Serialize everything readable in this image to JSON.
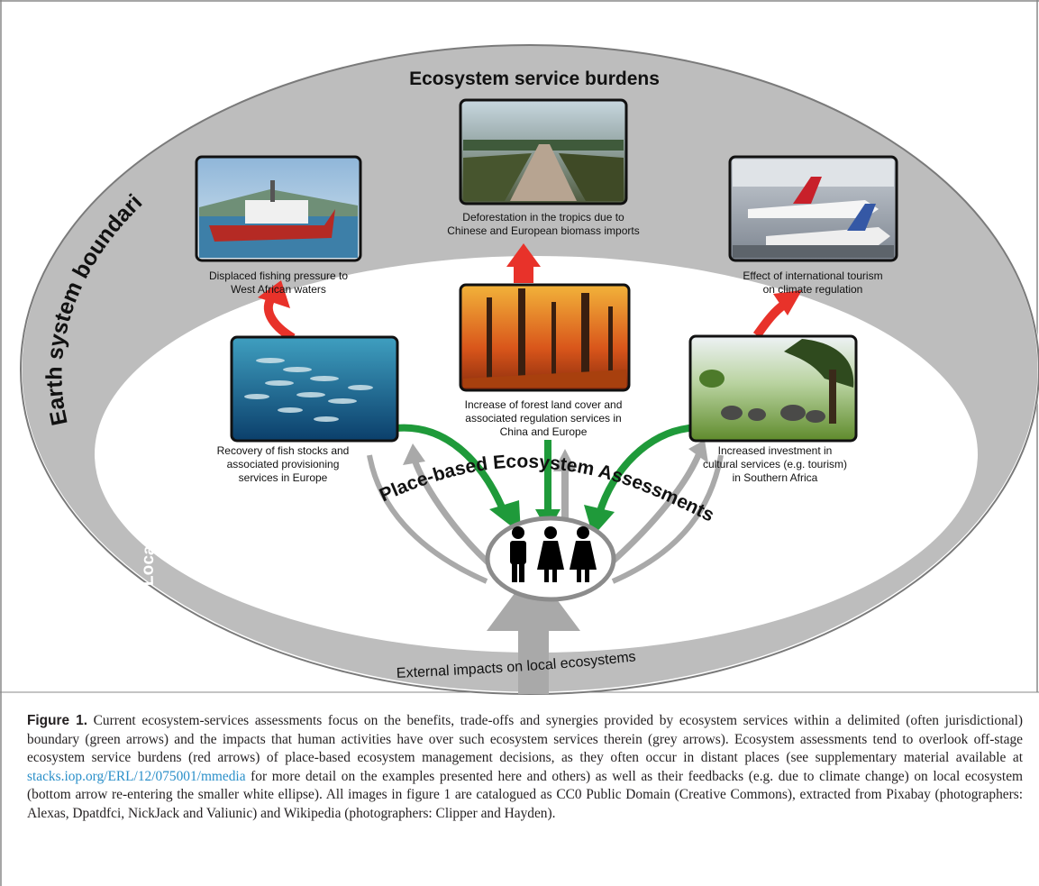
{
  "figure": {
    "title": "Ecosystem service burdens",
    "outer_label": "Earth system boundaries",
    "inner_label": "Local to regional boundaries",
    "center_label": "Place-based Ecosystem Assessments",
    "bottom_label": "External impacts on local ecosystems",
    "burdens": [
      {
        "id": "fishing",
        "line1": "Displaced fishing pressure to",
        "line2": "West African waters",
        "photo": "ship-photo"
      },
      {
        "id": "deforestation",
        "line1": "Deforestation in the tropics due to",
        "line2": "Chinese and European biomass imports",
        "photo": "deforestation-photo"
      },
      {
        "id": "tourism",
        "line1": "Effect of international tourism",
        "line2": "on climate regulation",
        "photo": "airplane-photo"
      }
    ],
    "local": [
      {
        "id": "fish",
        "line1": "Recovery of fish stocks and",
        "line2": "associated provisioning",
        "line3": "services in Europe",
        "photo": "fish-school-photo"
      },
      {
        "id": "forest",
        "line1": "Increase of forest land cover and",
        "line2": "associated regulation services in",
        "line3": "China and Europe",
        "photo": "autumn-forest-photo"
      },
      {
        "id": "savanna",
        "line1": "Increased investment in",
        "line2": "cultural services (e.g. tourism)",
        "line3": "in Southern Africa",
        "photo": "elephants-photo"
      }
    ],
    "colors": {
      "outer_ring": "#bdbdbd",
      "inner_field": "#ffffff",
      "green_arrow": "#1f9a3a",
      "red_arrow": "#e8322a",
      "grey_arrow": "#a9a9a9"
    }
  },
  "caption": {
    "label": "Figure 1.",
    "part1": " Current ecosystem-services assessments focus on the benefits, trade-offs and synergies provided by ecosystem services within a delimited (often jurisdictional) boundary (green arrows) and the impacts that human activities have over such ecosystem services therein (grey arrows). Ecosystem assessments tend to overlook off-stage ecosystem service burdens (red arrows) of place-based ecosystem management decisions, as they often occur in distant places (see supplementary material available at ",
    "link": "stacks.iop.org/ERL/12/075001/mmedia",
    "part2": " for more detail on the examples presented here and others) as well as their feedbacks (e.g. due to climate change) on local ecosystem (bottom arrow re-entering the smaller white ellipse). All images in figure 1 are catalogued as CC0 Public Domain (Creative Commons), extracted from Pixabay (photographers: Alexas, Dpatdfci, NickJack and Valiunic) and Wikipedia (photographers: Clipper and Hayden)."
  }
}
